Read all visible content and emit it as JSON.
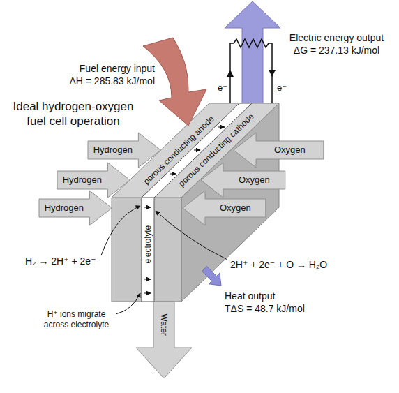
{
  "diagram": {
    "title": "Ideal hydrogen-oxygen fuel cell operation",
    "nodes": [
      {
        "text": [
          "Hydrogen"
        ]
      },
      {
        "text": [
          "Hydrogen"
        ]
      },
      {
        "text": [
          "Hydrogen"
        ]
      },
      {
        "text": [
          "porous conducting anode"
        ]
      },
      {
        "text": [
          "porous conducting cathode"
        ]
      },
      {
        "text": [
          "electrolyte"
        ]
      },
      {
        "text": [
          "Oxygen"
        ]
      },
      {
        "text": [
          "Oxygen"
        ]
      },
      {
        "text": [
          "Oxygen"
        ]
      },
      {
        "text": [
          "Water"
        ]
      }
    ],
    "labels": [
      "Fuel energy input",
      "ΔH = 285.83 kJ/mol",
      "Electric energy output",
      "ΔG = 237.13 kJ/mol",
      "e⁻",
      "e⁻",
      "H₂ → 2H⁺ + 2e⁻",
      "2H⁺ + 2e⁻ + O → H₂O",
      "Heat output",
      "TΔS = 48.7 kJ/mol",
      "H⁺ ions migrate across electrolyte"
    ]
  }
}
